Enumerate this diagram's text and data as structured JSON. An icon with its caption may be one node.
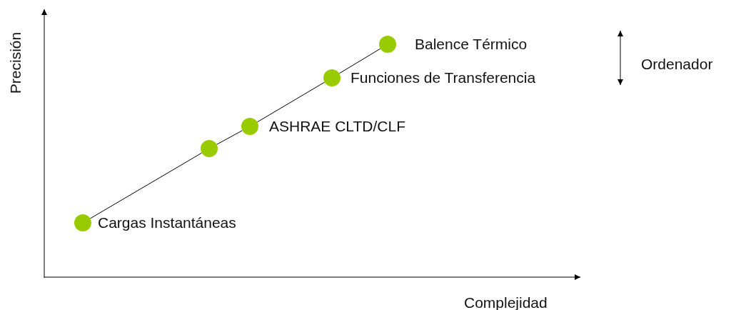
{
  "diagram": {
    "nodes": [
      {
        "text": [],
        "shape": "circle",
        "beside": [
          "Balence Térmico"
        ]
      },
      {
        "text": [],
        "shape": "circle",
        "beside": [
          "Funciones de Transferencia"
        ]
      },
      {
        "text": [],
        "shape": "circle",
        "beside": [
          "ASHRAE CLTD/CLF"
        ]
      },
      {
        "text": [],
        "shape": "circle"
      },
      {
        "text": [],
        "shape": "circle",
        "beside": [
          "Cargas Instantáneas"
        ]
      }
    ],
    "edges": [
      {
        "from": 0,
        "to": 1,
        "arrow": "none"
      },
      {
        "from": 1,
        "to": 2,
        "arrow": "none"
      },
      {
        "from": 2,
        "to": 3,
        "arrow": "none"
      },
      {
        "from": 3,
        "to": 4,
        "arrow": "none"
      }
    ],
    "labels": [
      "Precisión",
      "Ordenador",
      "Complejidad"
    ]
  }
}
